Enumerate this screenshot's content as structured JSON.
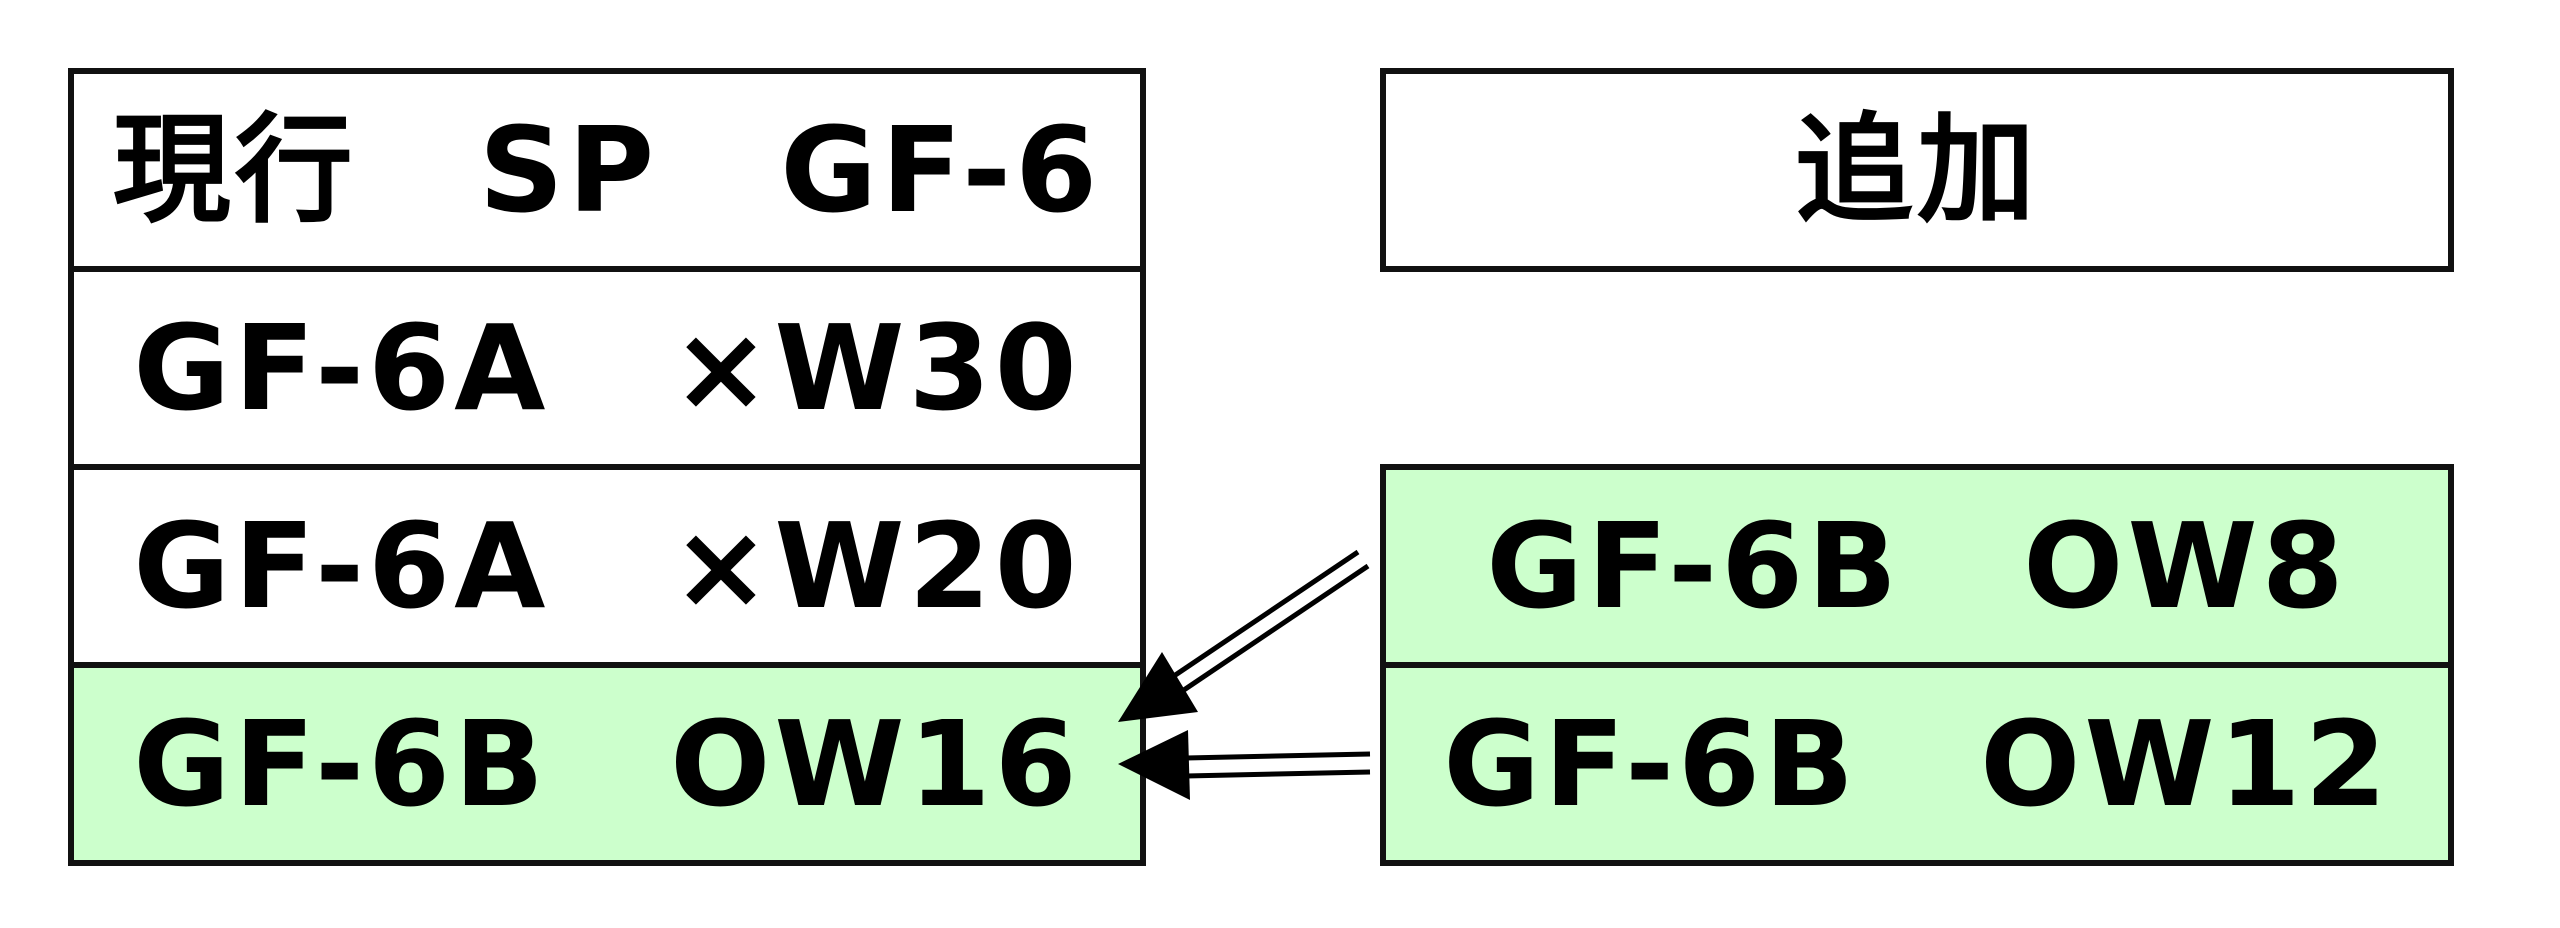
{
  "colors": {
    "highlight": "#ccffcc",
    "border": "#111111",
    "text": "#000000"
  },
  "current": {
    "header": "現行　SP　GF-6",
    "rows": [
      {
        "label": "GF-6A　×W30",
        "highlight": false
      },
      {
        "label": "GF-6A　×W20",
        "highlight": false
      },
      {
        "label": "GF-6B　OW16",
        "highlight": true
      }
    ]
  },
  "addition": {
    "header": "追加",
    "rows": [
      {
        "label": "GF-6B　OW8",
        "highlight": true
      },
      {
        "label": "GF-6B　OW12",
        "highlight": true
      }
    ]
  }
}
